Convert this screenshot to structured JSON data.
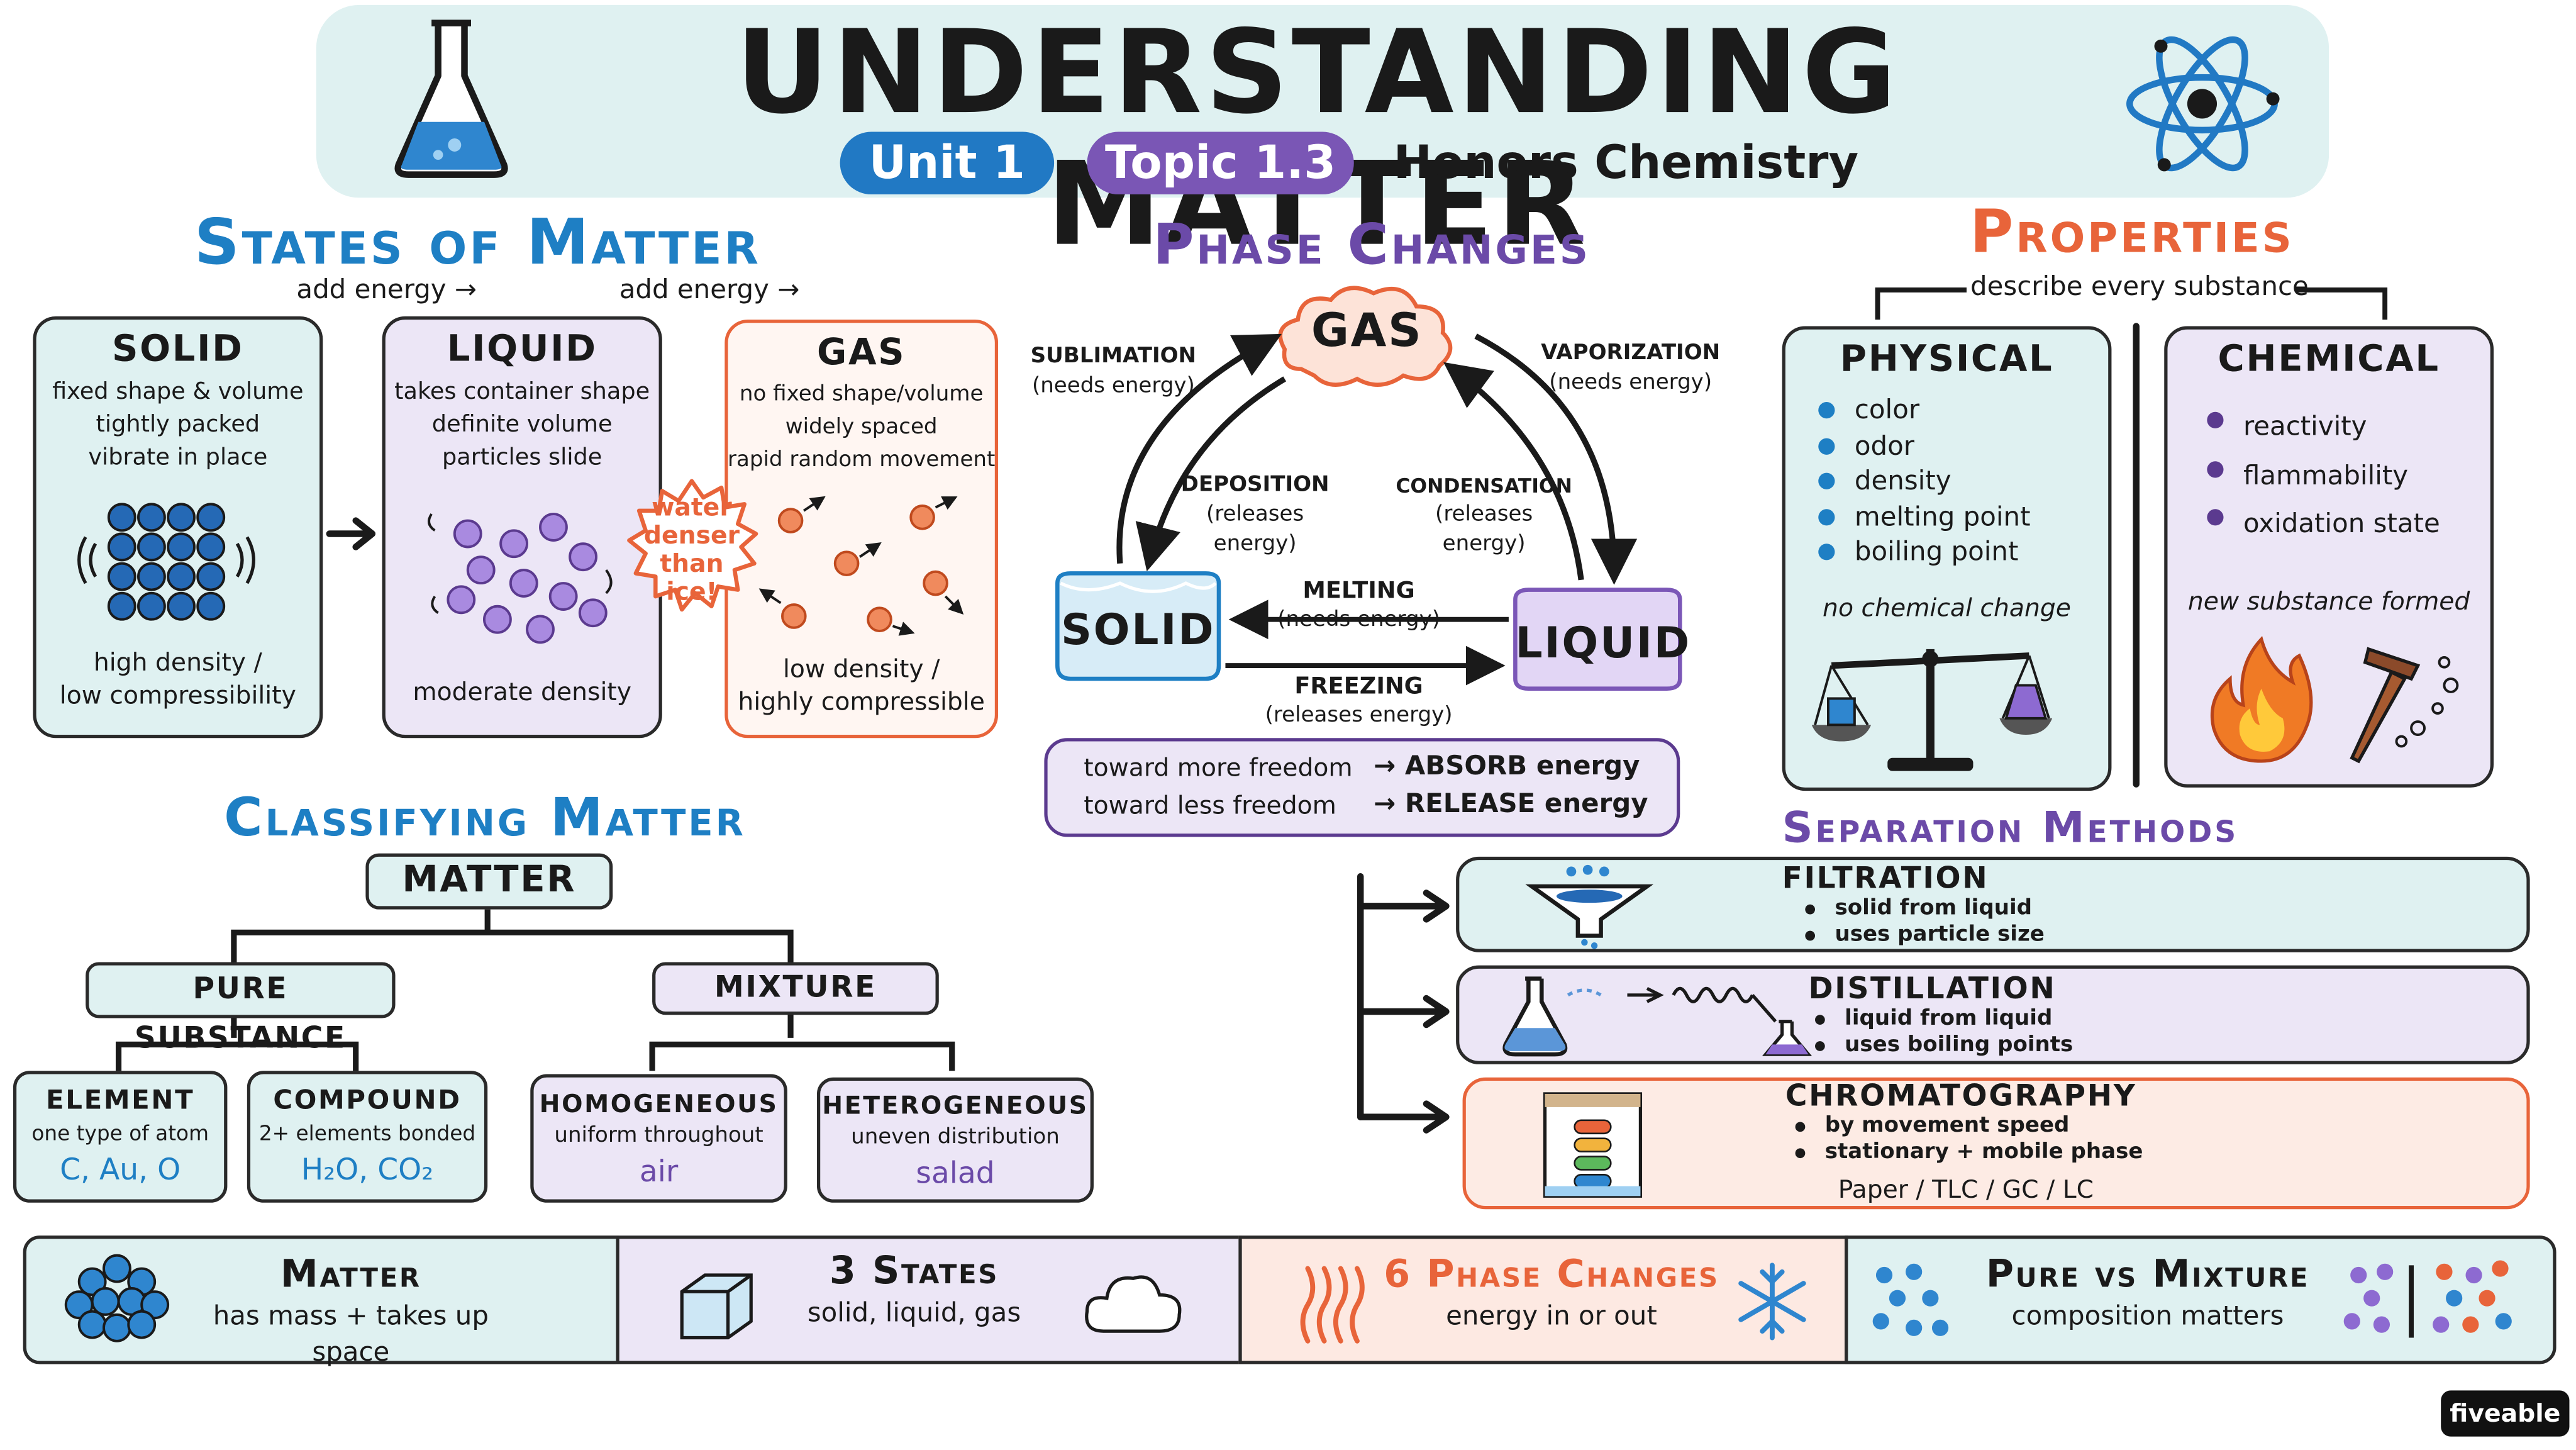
{
  "header": {
    "title": "UNDERSTANDING MATTER",
    "unit": "Unit 1",
    "topic": "Topic 1.3",
    "course": "Honors Chemistry"
  },
  "states": {
    "heading": "States of Matter",
    "arrow1": "add energy →",
    "arrow2": "add energy →",
    "solid": {
      "title": "SOLID",
      "lines": [
        "fixed shape & volume",
        "tightly packed",
        "vibrate in place"
      ],
      "foot1": "high density /",
      "foot2": "low compressibility"
    },
    "liquid": {
      "title": "LIQUID",
      "lines": [
        "takes container shape",
        "definite volume",
        "particles slide"
      ],
      "foot": "moderate density"
    },
    "gas": {
      "title": "GAS",
      "lines": [
        "no fixed shape/volume",
        "widely spaced",
        "rapid random movement"
      ],
      "foot1": "low density /",
      "foot2": "highly compressible"
    },
    "badge": [
      "water",
      "denser",
      "than",
      "ice!"
    ]
  },
  "phase": {
    "heading": "Phase Changes",
    "gas": "GAS",
    "solid": "SOLID",
    "liquid": "LIQUID",
    "sublimation": "SUBLIMATION",
    "sublimation_note": "(needs energy)",
    "vaporization": "VAPORIZATION",
    "vaporization_note": "(needs energy)",
    "deposition": "DEPOSITION",
    "deposition_note1": "(releases",
    "deposition_note2": "energy)",
    "condensation": "CONDENSATION",
    "condensation_note1": "(releases",
    "condensation_note2": "energy)",
    "melting": "MELTING",
    "melting_note": "(needs energy)",
    "freezing": "FREEZING",
    "freezing_note": "(releases energy)",
    "rule1_left": "toward more freedom",
    "rule1_right": "→ ABSORB energy",
    "rule2_left": "toward less freedom",
    "rule2_right": "→ RELEASE energy"
  },
  "properties": {
    "heading": "Properties",
    "sub": "describe every substance",
    "physical": {
      "title": "PHYSICAL",
      "items": [
        "color",
        "odor",
        "density",
        "melting point",
        "boiling point"
      ],
      "note": "no chemical change"
    },
    "chemical": {
      "title": "CHEMICAL",
      "items": [
        "reactivity",
        "flammability",
        "oxidation state"
      ],
      "note": "new substance formed"
    }
  },
  "classify": {
    "heading": "Classifying Matter",
    "root": "MATTER",
    "pure": "PURE SUBSTANCE",
    "mixture": "MIXTURE",
    "element": {
      "title": "ELEMENT",
      "desc": "one type of atom",
      "ex": "C, Au, O"
    },
    "compound": {
      "title": "COMPOUND",
      "desc": "2+ elements bonded",
      "ex": "H₂O, CO₂"
    },
    "homogeneous": {
      "title": "HOMOGENEOUS",
      "desc": "uniform throughout",
      "ex": "air"
    },
    "heterogeneous": {
      "title": "HETEROGENEOUS",
      "desc": "uneven distribution",
      "ex": "salad"
    }
  },
  "separation": {
    "heading": "Separation Methods",
    "filtration": {
      "title": "FILTRATION",
      "items": [
        "solid from liquid",
        "uses particle size"
      ]
    },
    "distillation": {
      "title": "DISTILLATION",
      "items": [
        "liquid from liquid",
        "uses boiling points"
      ]
    },
    "chromatography": {
      "title": "CHROMATOGRAPHY",
      "items": [
        "by movement speed",
        "stationary + mobile phase"
      ],
      "types": "Paper / TLC / GC / LC"
    }
  },
  "summary": [
    {
      "title": "Matter",
      "sub": "has mass + takes up space"
    },
    {
      "title": "3 States",
      "sub": "solid, liquid, gas"
    },
    {
      "title": "6 Phase Changes",
      "sub": "energy in or out"
    },
    {
      "title": "Pure vs Mixture",
      "sub": "composition matters"
    }
  ],
  "brand": "fiveable",
  "colors": {
    "blue": "#1e7fc4",
    "purple": "#7b57b7",
    "orange": "#e8643a",
    "mint": "#dff1f1",
    "lavender": "#ece6f6",
    "peach": "#fde9e2"
  }
}
